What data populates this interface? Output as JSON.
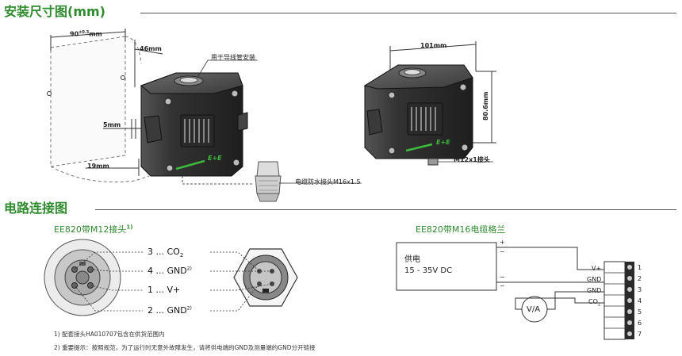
{
  "sections": {
    "installation_title": "安装尺寸图(mm)",
    "circuit_title": "电路连接图"
  },
  "dims": {
    "width_90": "90",
    "tol": "±0.3",
    "unit_mm": "mm",
    "depth_46": "46mm",
    "d5": "5mm",
    "d19": "19mm",
    "d101": "101mm",
    "d806": "80.6mm",
    "m12": "M12x1接头",
    "conduit": "用于导线管安装",
    "gland": "电缆防水接头M16x1.5"
  },
  "m12": {
    "title": "EE820带M12接头",
    "title_sup": "1)",
    "pins": [
      {
        "label": "3 ... CO",
        "sub": "2",
        "sup": ""
      },
      {
        "label": "4 ... GND",
        "sub": "",
        "sup": "2)"
      },
      {
        "label": "1 ... V+",
        "sub": "",
        "sup": ""
      },
      {
        "label": "2 ... GND",
        "sub": "",
        "sup": "2)"
      }
    ]
  },
  "m16": {
    "title": "EE820带M16电缆格兰",
    "supply_label": "供电",
    "supply_range": "15 - 35V DC",
    "plus": "+",
    "minus": "−",
    "tilde": "~",
    "meter": "V/A",
    "terms": [
      "V+",
      "GND",
      "GND",
      "CO",
      "2"
    ],
    "numbers": [
      "1",
      "2",
      "3",
      "4",
      "5",
      "6",
      "7"
    ]
  },
  "logo": "E+E",
  "notes": [
    "1) 配套接头HA010707包含在供货范围内",
    "2) 重要提示：按照规范，为了运行时无意外故障发生，请将供电端的GND及测量端的GND分开链接"
  ]
}
